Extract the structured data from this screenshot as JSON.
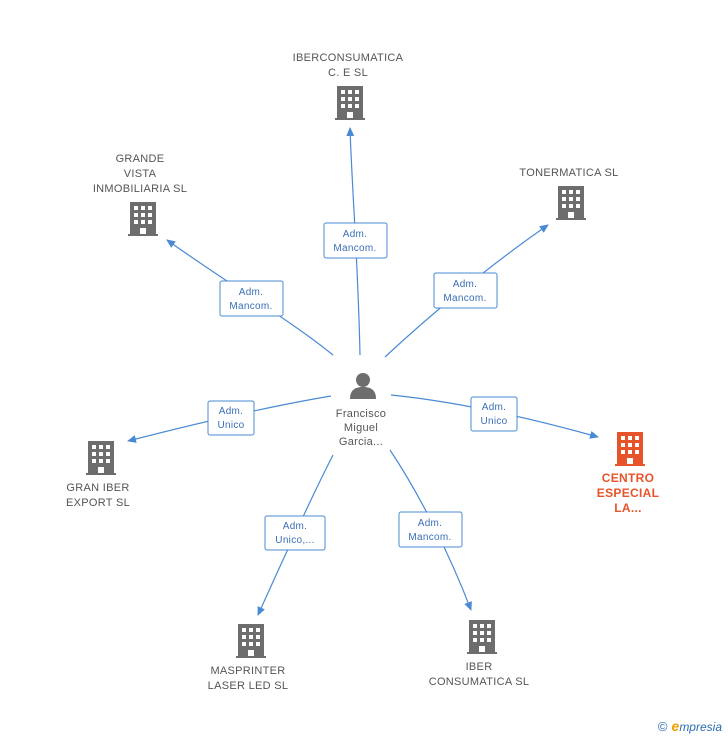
{
  "person": {
    "name_lines": [
      "Francisco",
      "Miguel",
      "Garcia..."
    ],
    "icon": "person-icon"
  },
  "companies": [
    {
      "id": "iberconsumatica-ce",
      "name_lines": [
        "IBERCONSUMATICA",
        "C.  E SL"
      ],
      "icon": "building-icon",
      "highlight": false
    },
    {
      "id": "tonermatica",
      "name_lines": [
        "TONERMATICA SL"
      ],
      "icon": "building-icon",
      "highlight": false
    },
    {
      "id": "grande-vista",
      "name_lines": [
        "GRANDE",
        "VISTA",
        "INMOBILIARIA SL"
      ],
      "icon": "building-icon",
      "highlight": false
    },
    {
      "id": "gran-iber",
      "name_lines": [
        "GRAN IBER",
        "EXPORT SL"
      ],
      "icon": "building-icon",
      "highlight": false
    },
    {
      "id": "centro-especial",
      "name_lines": [
        "CENTRO",
        "ESPECIAL",
        "LA..."
      ],
      "icon": "building-icon",
      "highlight": true
    },
    {
      "id": "masprinter",
      "name_lines": [
        "MASPRINTER",
        "LASER LED SL"
      ],
      "icon": "building-icon",
      "highlight": false
    },
    {
      "id": "iber-consumatica",
      "name_lines": [
        "IBER",
        "CONSUMATICA SL"
      ],
      "icon": "building-icon",
      "highlight": false
    }
  ],
  "relations": [
    {
      "target": "iberconsumatica-ce",
      "label_lines": [
        "Adm.",
        "Mancom."
      ]
    },
    {
      "target": "tonermatica",
      "label_lines": [
        "Adm.",
        "Mancom."
      ]
    },
    {
      "target": "grande-vista",
      "label_lines": [
        "Adm.",
        "Mancom."
      ]
    },
    {
      "target": "gran-iber",
      "label_lines": [
        "Adm.",
        "Unico"
      ]
    },
    {
      "target": "centro-especial",
      "label_lines": [
        "Adm.",
        "Unico"
      ]
    },
    {
      "target": "masprinter",
      "label_lines": [
        "Adm.",
        "Unico,..."
      ]
    },
    {
      "target": "iber-consumatica",
      "label_lines": [
        "Adm.",
        "Mancom."
      ]
    }
  ],
  "colors": {
    "edge": "#4a8ad4",
    "building": "#6d6d6d",
    "building_highlight": "#e8542a",
    "person": "#6d6d6d"
  },
  "watermark": {
    "copyright_symbol": "©",
    "brand_initial": "e",
    "brand_rest": "mpresia"
  }
}
